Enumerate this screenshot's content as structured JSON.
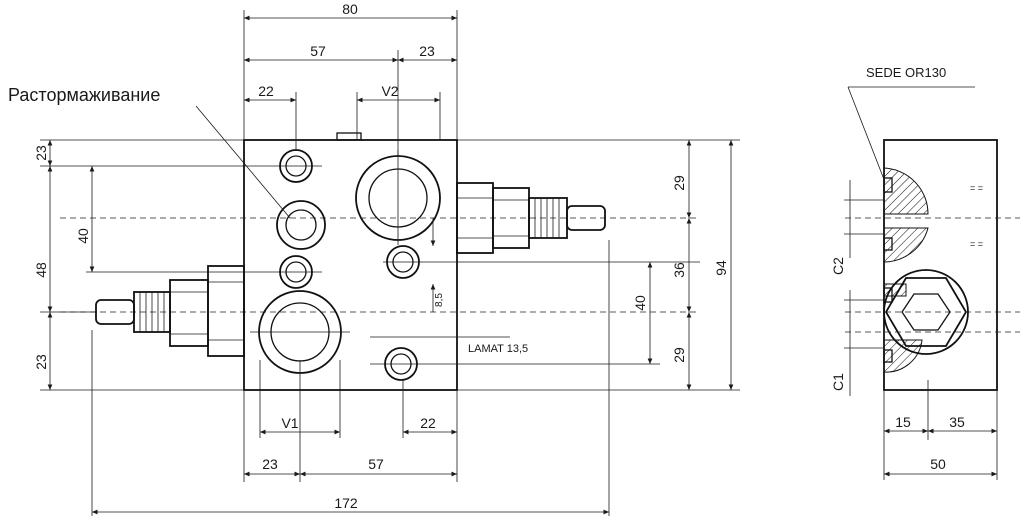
{
  "labels": {
    "release": "Растормаживание",
    "seal": "SEDE OR130",
    "lamat": "LAMAT 13,5"
  },
  "front_view": {
    "top_dims": {
      "overall": "80",
      "a": "57",
      "b": "23",
      "c": "22",
      "port_v2": "V2"
    },
    "bottom_dims": {
      "port_v1": "V1",
      "right": "22",
      "left": "23",
      "middle": "57",
      "total": "172"
    },
    "left_dims": {
      "top": "23",
      "mid_spacing": "40",
      "middle": "48",
      "bottom": "23"
    },
    "right_dims": {
      "top": "29",
      "middle": "36",
      "bottom": "29",
      "overall": "94",
      "spacing": "40",
      "small": "8,5"
    }
  },
  "side_view": {
    "dims": {
      "c2": "C2",
      "c1": "C1",
      "a": "15",
      "b": "35",
      "width": "50"
    }
  }
}
